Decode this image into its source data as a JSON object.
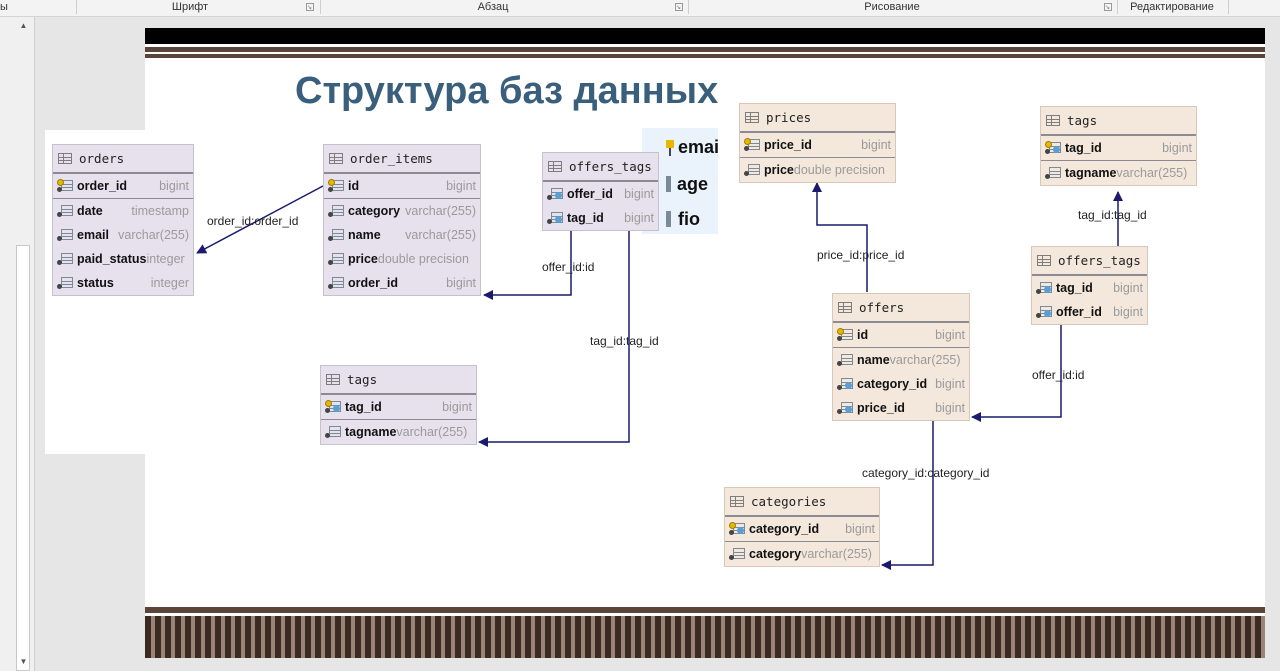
{
  "ribbon": {
    "groups": [
      "ы",
      "Шрифт",
      "Абзац",
      "Рисование",
      "Редактирование"
    ]
  },
  "slide": {
    "title": "Структура баз данных"
  },
  "partial_table": {
    "rows": [
      "emai",
      "age",
      "fio"
    ]
  },
  "tables": {
    "orders": {
      "name": "orders",
      "pk": {
        "name": "order_id",
        "type": "bigint"
      },
      "columns": [
        {
          "name": "date",
          "type": "timestamp"
        },
        {
          "name": "email",
          "type": "varchar(255)"
        },
        {
          "name": "paid_status",
          "type": "integer"
        },
        {
          "name": "status",
          "type": "integer"
        }
      ]
    },
    "order_items": {
      "name": "order_items",
      "pk": {
        "name": "id",
        "type": "bigint"
      },
      "columns": [
        {
          "name": "category",
          "type": "varchar(255)"
        },
        {
          "name": "name",
          "type": "varchar(255)"
        },
        {
          "name": "price",
          "type": "double precision"
        },
        {
          "name": "order_id",
          "type": "bigint"
        }
      ]
    },
    "offers_tags_left": {
      "name": "offers_tags",
      "columns": [
        {
          "name": "offer_id",
          "type": "bigint"
        },
        {
          "name": "tag_id",
          "type": "bigint"
        }
      ]
    },
    "tags_left": {
      "name": "tags",
      "pk": {
        "name": "tag_id",
        "type": "bigint"
      },
      "columns": [
        {
          "name": "tagname",
          "type": "varchar(255)"
        }
      ]
    },
    "prices": {
      "name": "prices",
      "pk": {
        "name": "price_id",
        "type": "bigint"
      },
      "columns": [
        {
          "name": "price",
          "type": "double precision"
        }
      ]
    },
    "tags_right": {
      "name": "tags",
      "pk": {
        "name": "tag_id",
        "type": "bigint"
      },
      "columns": [
        {
          "name": "tagname",
          "type": "varchar(255)"
        }
      ]
    },
    "offers_tags_right": {
      "name": "offers_tags",
      "columns": [
        {
          "name": "tag_id",
          "type": "bigint"
        },
        {
          "name": "offer_id",
          "type": "bigint"
        }
      ]
    },
    "offers": {
      "name": "offers",
      "pk": {
        "name": "id",
        "type": "bigint"
      },
      "columns": [
        {
          "name": "name",
          "type": "varchar(255)"
        },
        {
          "name": "category_id",
          "type": "bigint"
        },
        {
          "name": "price_id",
          "type": "bigint"
        }
      ]
    },
    "categories": {
      "name": "categories",
      "pk": {
        "name": "category_id",
        "type": "bigint"
      },
      "columns": [
        {
          "name": "category",
          "type": "varchar(255)"
        }
      ]
    }
  },
  "relations": {
    "order_id": "order_id:order_id",
    "offer_id_left": "offer_id:id",
    "tag_id_left": "tag_id:tag_id",
    "price_id": "price_id:price_id",
    "tag_id_right": "tag_id:tag_id",
    "offer_id_right": "offer_id:id",
    "category_id": "category_id:category_id"
  },
  "colors": {
    "title": "#3a5f7d",
    "table_purple": "#e7e1ee",
    "table_tan": "#f4e8dc",
    "arrow": "#1a1a6e"
  }
}
